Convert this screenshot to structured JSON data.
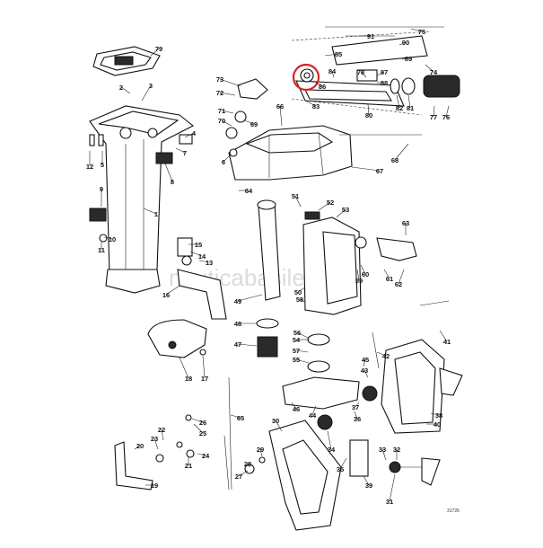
{
  "diagram": {
    "watermark": "nauticabasile.it",
    "drawing_ref": "31726",
    "highlight_color": "#d9231f",
    "part_numbers": [
      "1",
      "2",
      "3",
      "4",
      "5",
      "6",
      "7",
      "8",
      "9",
      "10",
      "11",
      "12",
      "13",
      "14",
      "15",
      "16",
      "17",
      "18",
      "19",
      "20",
      "21",
      "22",
      "23",
      "24",
      "25",
      "26",
      "27",
      "28",
      "29",
      "30",
      "31",
      "32",
      "33",
      "34",
      "35",
      "36",
      "37",
      "38",
      "39",
      "40",
      "41",
      "42",
      "43",
      "44",
      "45",
      "46",
      "47",
      "48",
      "49",
      "50",
      "51",
      "52",
      "53",
      "54",
      "55",
      "56",
      "57",
      "58",
      "59",
      "60",
      "61",
      "62",
      "63",
      "64",
      "65",
      "66",
      "67",
      "68",
      "69",
      "70",
      "71",
      "72",
      "73",
      "74",
      "75",
      "76",
      "77",
      "78",
      "79",
      "80",
      "81",
      "82",
      "83",
      "84",
      "85",
      "86",
      "87",
      "88",
      "89",
      "90",
      "91"
    ],
    "highlighted_part": "86"
  }
}
